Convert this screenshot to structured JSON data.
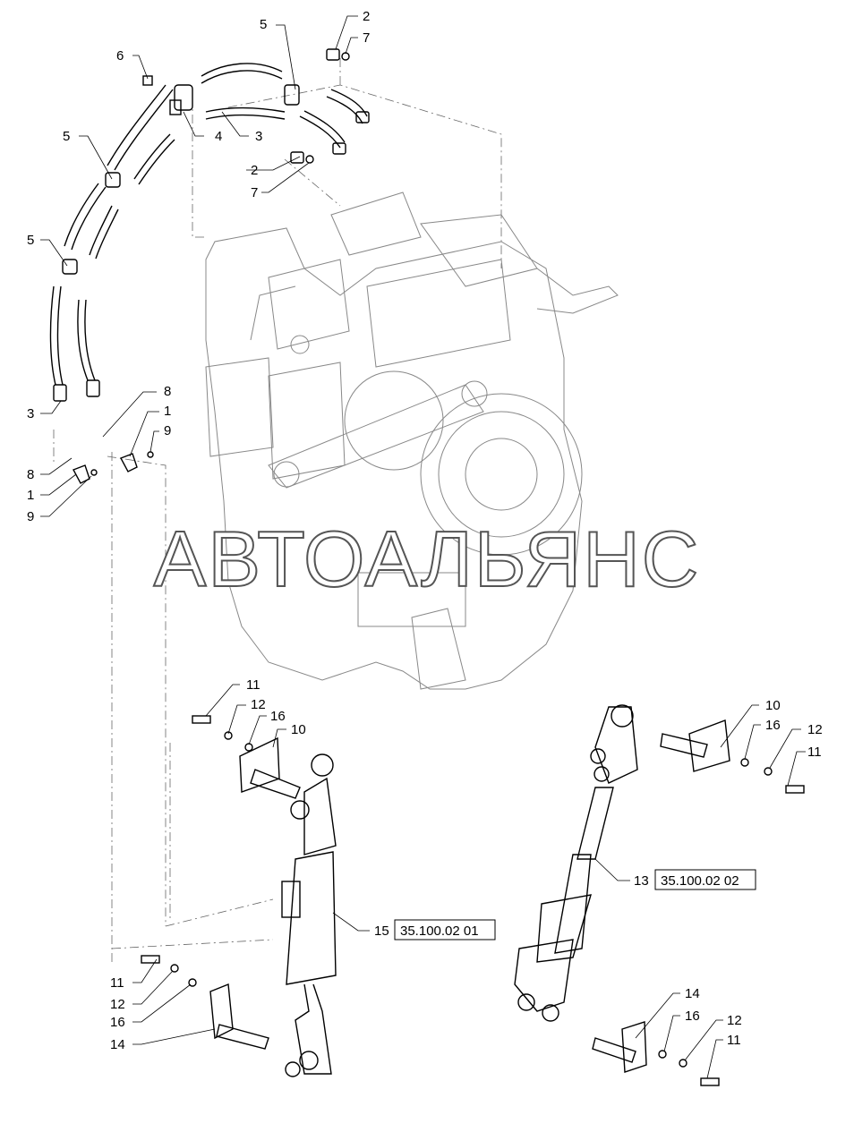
{
  "watermark": "АВТОАЛЬЯНС",
  "callouts": [
    {
      "id": "c5a",
      "text": "5"
    },
    {
      "id": "c2a",
      "text": "2"
    },
    {
      "id": "c7a",
      "text": "7"
    },
    {
      "id": "c6",
      "text": "6"
    },
    {
      "id": "c4",
      "text": "4"
    },
    {
      "id": "c3a",
      "text": "3"
    },
    {
      "id": "c5b",
      "text": "5"
    },
    {
      "id": "c2b",
      "text": "2"
    },
    {
      "id": "c7b",
      "text": "7"
    },
    {
      "id": "c5c",
      "text": "5"
    },
    {
      "id": "c3b",
      "text": "3"
    },
    {
      "id": "c8a",
      "text": "8"
    },
    {
      "id": "c1a",
      "text": "1"
    },
    {
      "id": "c9a",
      "text": "9"
    },
    {
      "id": "c8b",
      "text": "8"
    },
    {
      "id": "c1b",
      "text": "1"
    },
    {
      "id": "c9b",
      "text": "9"
    },
    {
      "id": "c11a",
      "text": "11"
    },
    {
      "id": "c12a",
      "text": "12"
    },
    {
      "id": "c16a",
      "text": "16"
    },
    {
      "id": "c10a",
      "text": "10"
    },
    {
      "id": "c10b",
      "text": "10"
    },
    {
      "id": "c16b",
      "text": "16"
    },
    {
      "id": "c12b",
      "text": "12"
    },
    {
      "id": "c11b",
      "text": "11"
    },
    {
      "id": "c13",
      "text": "13"
    },
    {
      "id": "c15",
      "text": "15"
    },
    {
      "id": "c11c",
      "text": "11"
    },
    {
      "id": "c12c",
      "text": "12"
    },
    {
      "id": "c16c",
      "text": "16"
    },
    {
      "id": "c14a",
      "text": "14"
    },
    {
      "id": "c14b",
      "text": "14"
    },
    {
      "id": "c16d",
      "text": "16"
    },
    {
      "id": "c12d",
      "text": "12"
    },
    {
      "id": "c11d",
      "text": "11"
    }
  ],
  "references": [
    {
      "id": "ref13",
      "text": "35.100.02 02"
    },
    {
      "id": "ref15",
      "text": "35.100.02 01"
    }
  ]
}
